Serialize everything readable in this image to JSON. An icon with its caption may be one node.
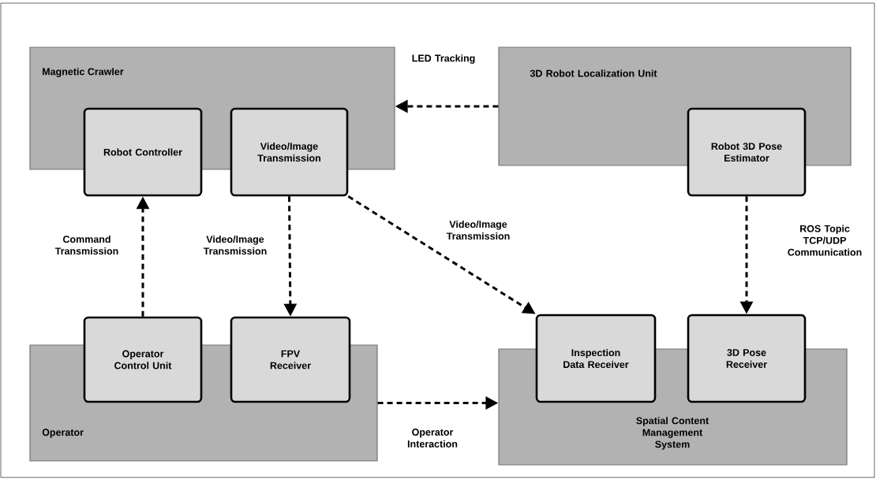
{
  "diagram": {
    "nodes": [
      {
        "text": [
          "Magnetic Crawler"
        ]
      },
      {
        "text": [
          "Robot Controller"
        ]
      },
      {
        "text": [
          "Video/Image Transmission"
        ]
      },
      {
        "text": [
          "3D Robot Localization Unit"
        ]
      },
      {
        "text": [
          "Robot 3D Pose Estimator"
        ]
      },
      {
        "text": [
          "Operator"
        ]
      },
      {
        "text": [
          "Operator Control Unit"
        ]
      },
      {
        "text": [
          "FPV Receiver"
        ]
      },
      {
        "text": [
          "Spatial Content Management System"
        ]
      },
      {
        "text": [
          "Inspection Data Receiver"
        ]
      },
      {
        "text": [
          "3D Pose Receiver"
        ]
      }
    ],
    "edges": [
      {
        "from": 3,
        "to": 0,
        "arrow": "to",
        "label": "LED Tracking",
        "style": "dashed"
      },
      {
        "from": 6,
        "to": 1,
        "arrow": "to",
        "label": "Command Transmission",
        "style": "dashed"
      },
      {
        "from": 2,
        "to": 7,
        "arrow": "to",
        "label": "Video/Image Transmission",
        "style": "dashed"
      },
      {
        "from": 2,
        "to": 9,
        "arrow": "to",
        "label": "Video/Image Transmission",
        "style": "dashed"
      },
      {
        "from": 4,
        "to": 10,
        "arrow": "to",
        "label": "ROS Topic TCP/UDP Communication",
        "style": "dashed"
      },
      {
        "from": 5,
        "to": 8,
        "arrow": "to",
        "label": "Operator Interaction",
        "style": "dashed"
      }
    ]
  }
}
